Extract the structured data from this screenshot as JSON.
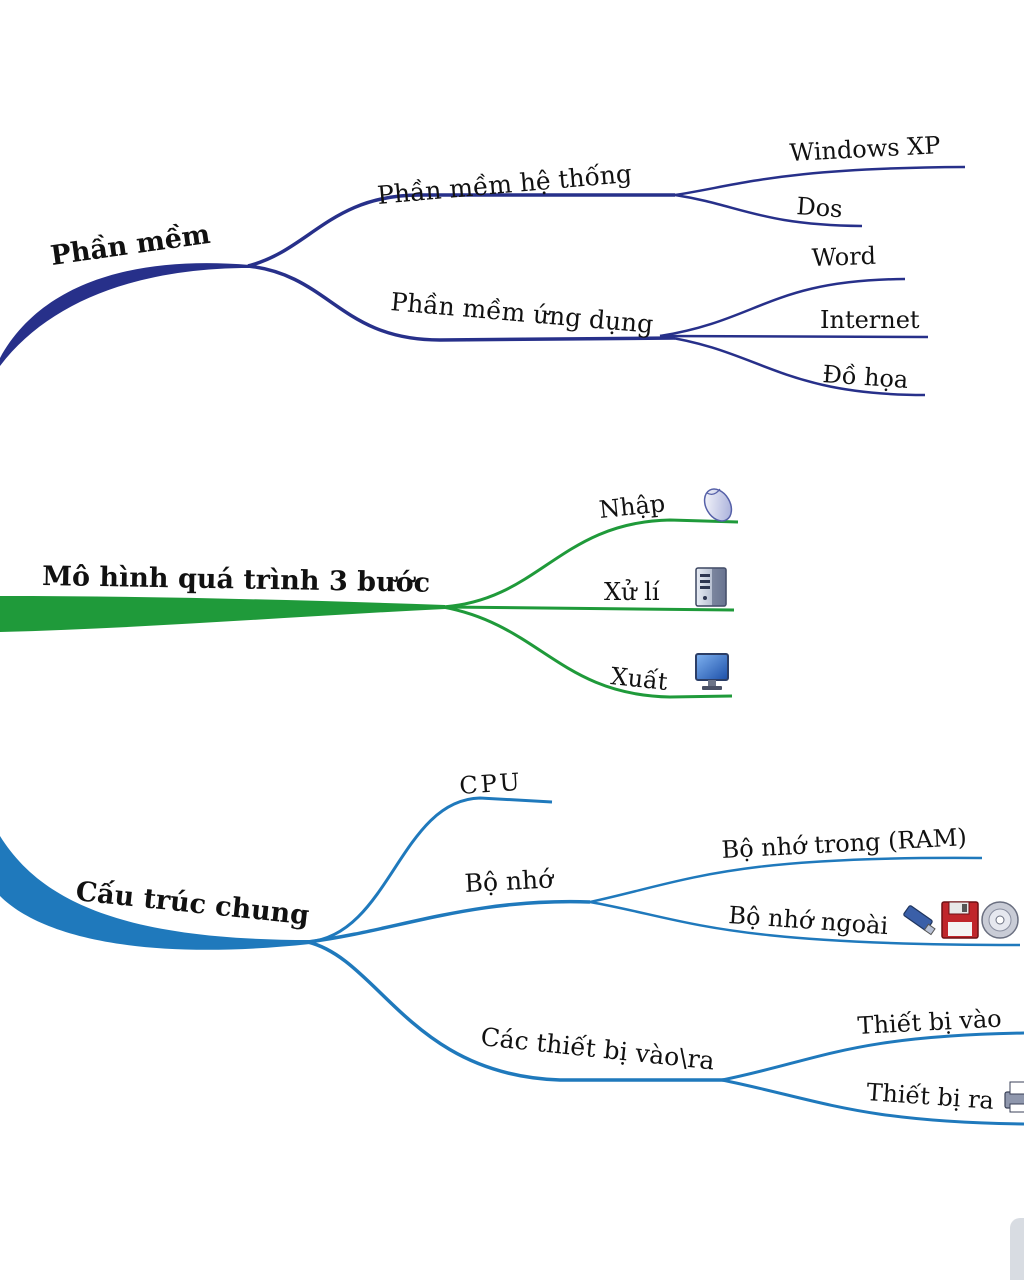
{
  "colors": {
    "software": "#27308a",
    "process": "#1f9a3a",
    "structure": "#1f79bc"
  },
  "branches": [
    {
      "label": "Phần mềm",
      "children": [
        {
          "label": "Phần mềm hệ thống",
          "children": [
            {
              "label": "Windows XP"
            },
            {
              "label": "Dos"
            }
          ]
        },
        {
          "label": "Phần mềm ứng dụng",
          "children": [
            {
              "label": "Word"
            },
            {
              "label": "Internet"
            },
            {
              "label": "Đồ họa"
            }
          ]
        }
      ]
    },
    {
      "label": "Mô hình quá trình 3 bước",
      "children": [
        {
          "label": "Nhập",
          "icon": "mouse-icon"
        },
        {
          "label": "Xử lí",
          "icon": "server-icon"
        },
        {
          "label": "Xuất",
          "icon": "monitor-icon"
        }
      ]
    },
    {
      "label": "Cấu trúc chung",
      "children": [
        {
          "label": "CPU"
        },
        {
          "label": "Bộ nhớ",
          "children": [
            {
              "label": "Bộ nhớ trong (RAM)"
            },
            {
              "label": "Bộ nhớ ngoài",
              "icons": [
                "usb-drive-icon",
                "floppy-disk-icon",
                "cd-icon"
              ]
            }
          ]
        },
        {
          "label": "Các thiết bị vào\\ra",
          "children": [
            {
              "label": "Thiết bị vào"
            },
            {
              "label": "Thiết bị ra",
              "icon": "printer-icon"
            }
          ]
        }
      ]
    }
  ]
}
